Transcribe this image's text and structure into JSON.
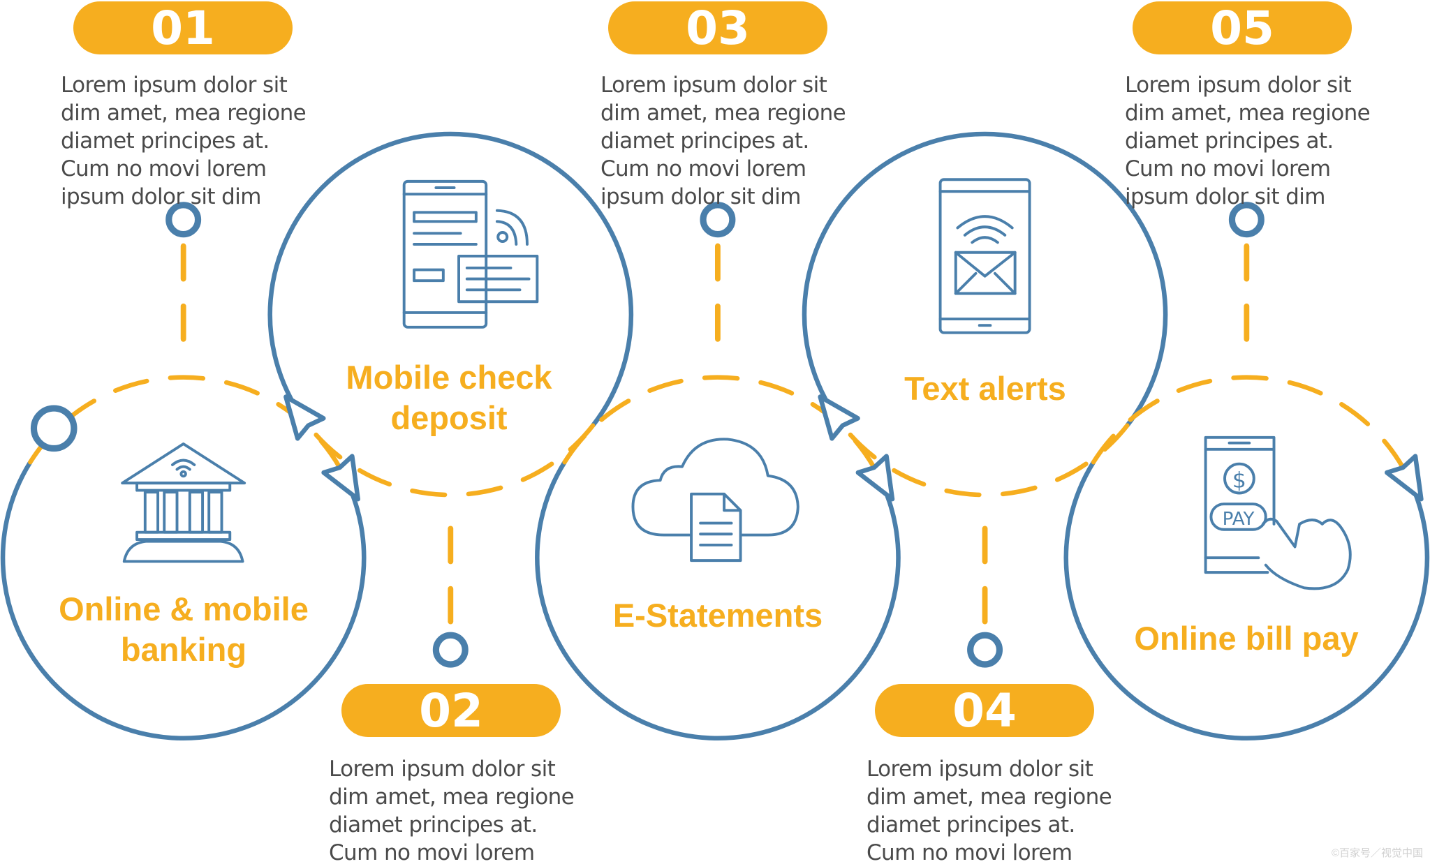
{
  "colors": {
    "blue": "#4a7fab",
    "orange": "#f6ae1f",
    "text": "#4a4a4a"
  },
  "steps": [
    {
      "number": "01",
      "title": "Online & mobile\nbanking",
      "description": "Lorem ipsum dolor sit dim amet, mea regione diamet principes at. Cum no movi lorem ipsum dolor sit dim",
      "icon": "bank-icon"
    },
    {
      "number": "02",
      "title": "Mobile  check\ndeposit",
      "description": "Lorem ipsum dolor sit dim amet, mea regione diamet principes at. Cum no movi lorem ipsum dolor sit dim",
      "icon": "mobile-check-icon"
    },
    {
      "number": "03",
      "title": "E-Statements",
      "description": "Lorem ipsum dolor sit dim amet, mea regione diamet principes at. Cum no movi lorem ipsum dolor sit dim",
      "icon": "cloud-document-icon"
    },
    {
      "number": "04",
      "title": "Text alerts",
      "description": "Lorem ipsum dolor sit dim amet, mea regione diamet principes at. Cum no movi lorem ipsum dolor sit dim",
      "icon": "phone-message-icon"
    },
    {
      "number": "05",
      "title": "Online bill pay",
      "description": "Lorem ipsum dolor sit dim amet, mea regione diamet principes at. Cum no movi lorem ipsum dolor sit dim",
      "icon": "phone-pay-icon"
    }
  ],
  "icon_labels": {
    "pay": "PAY",
    "dollar": "$"
  },
  "watermark": "©百家号／视觉中国"
}
